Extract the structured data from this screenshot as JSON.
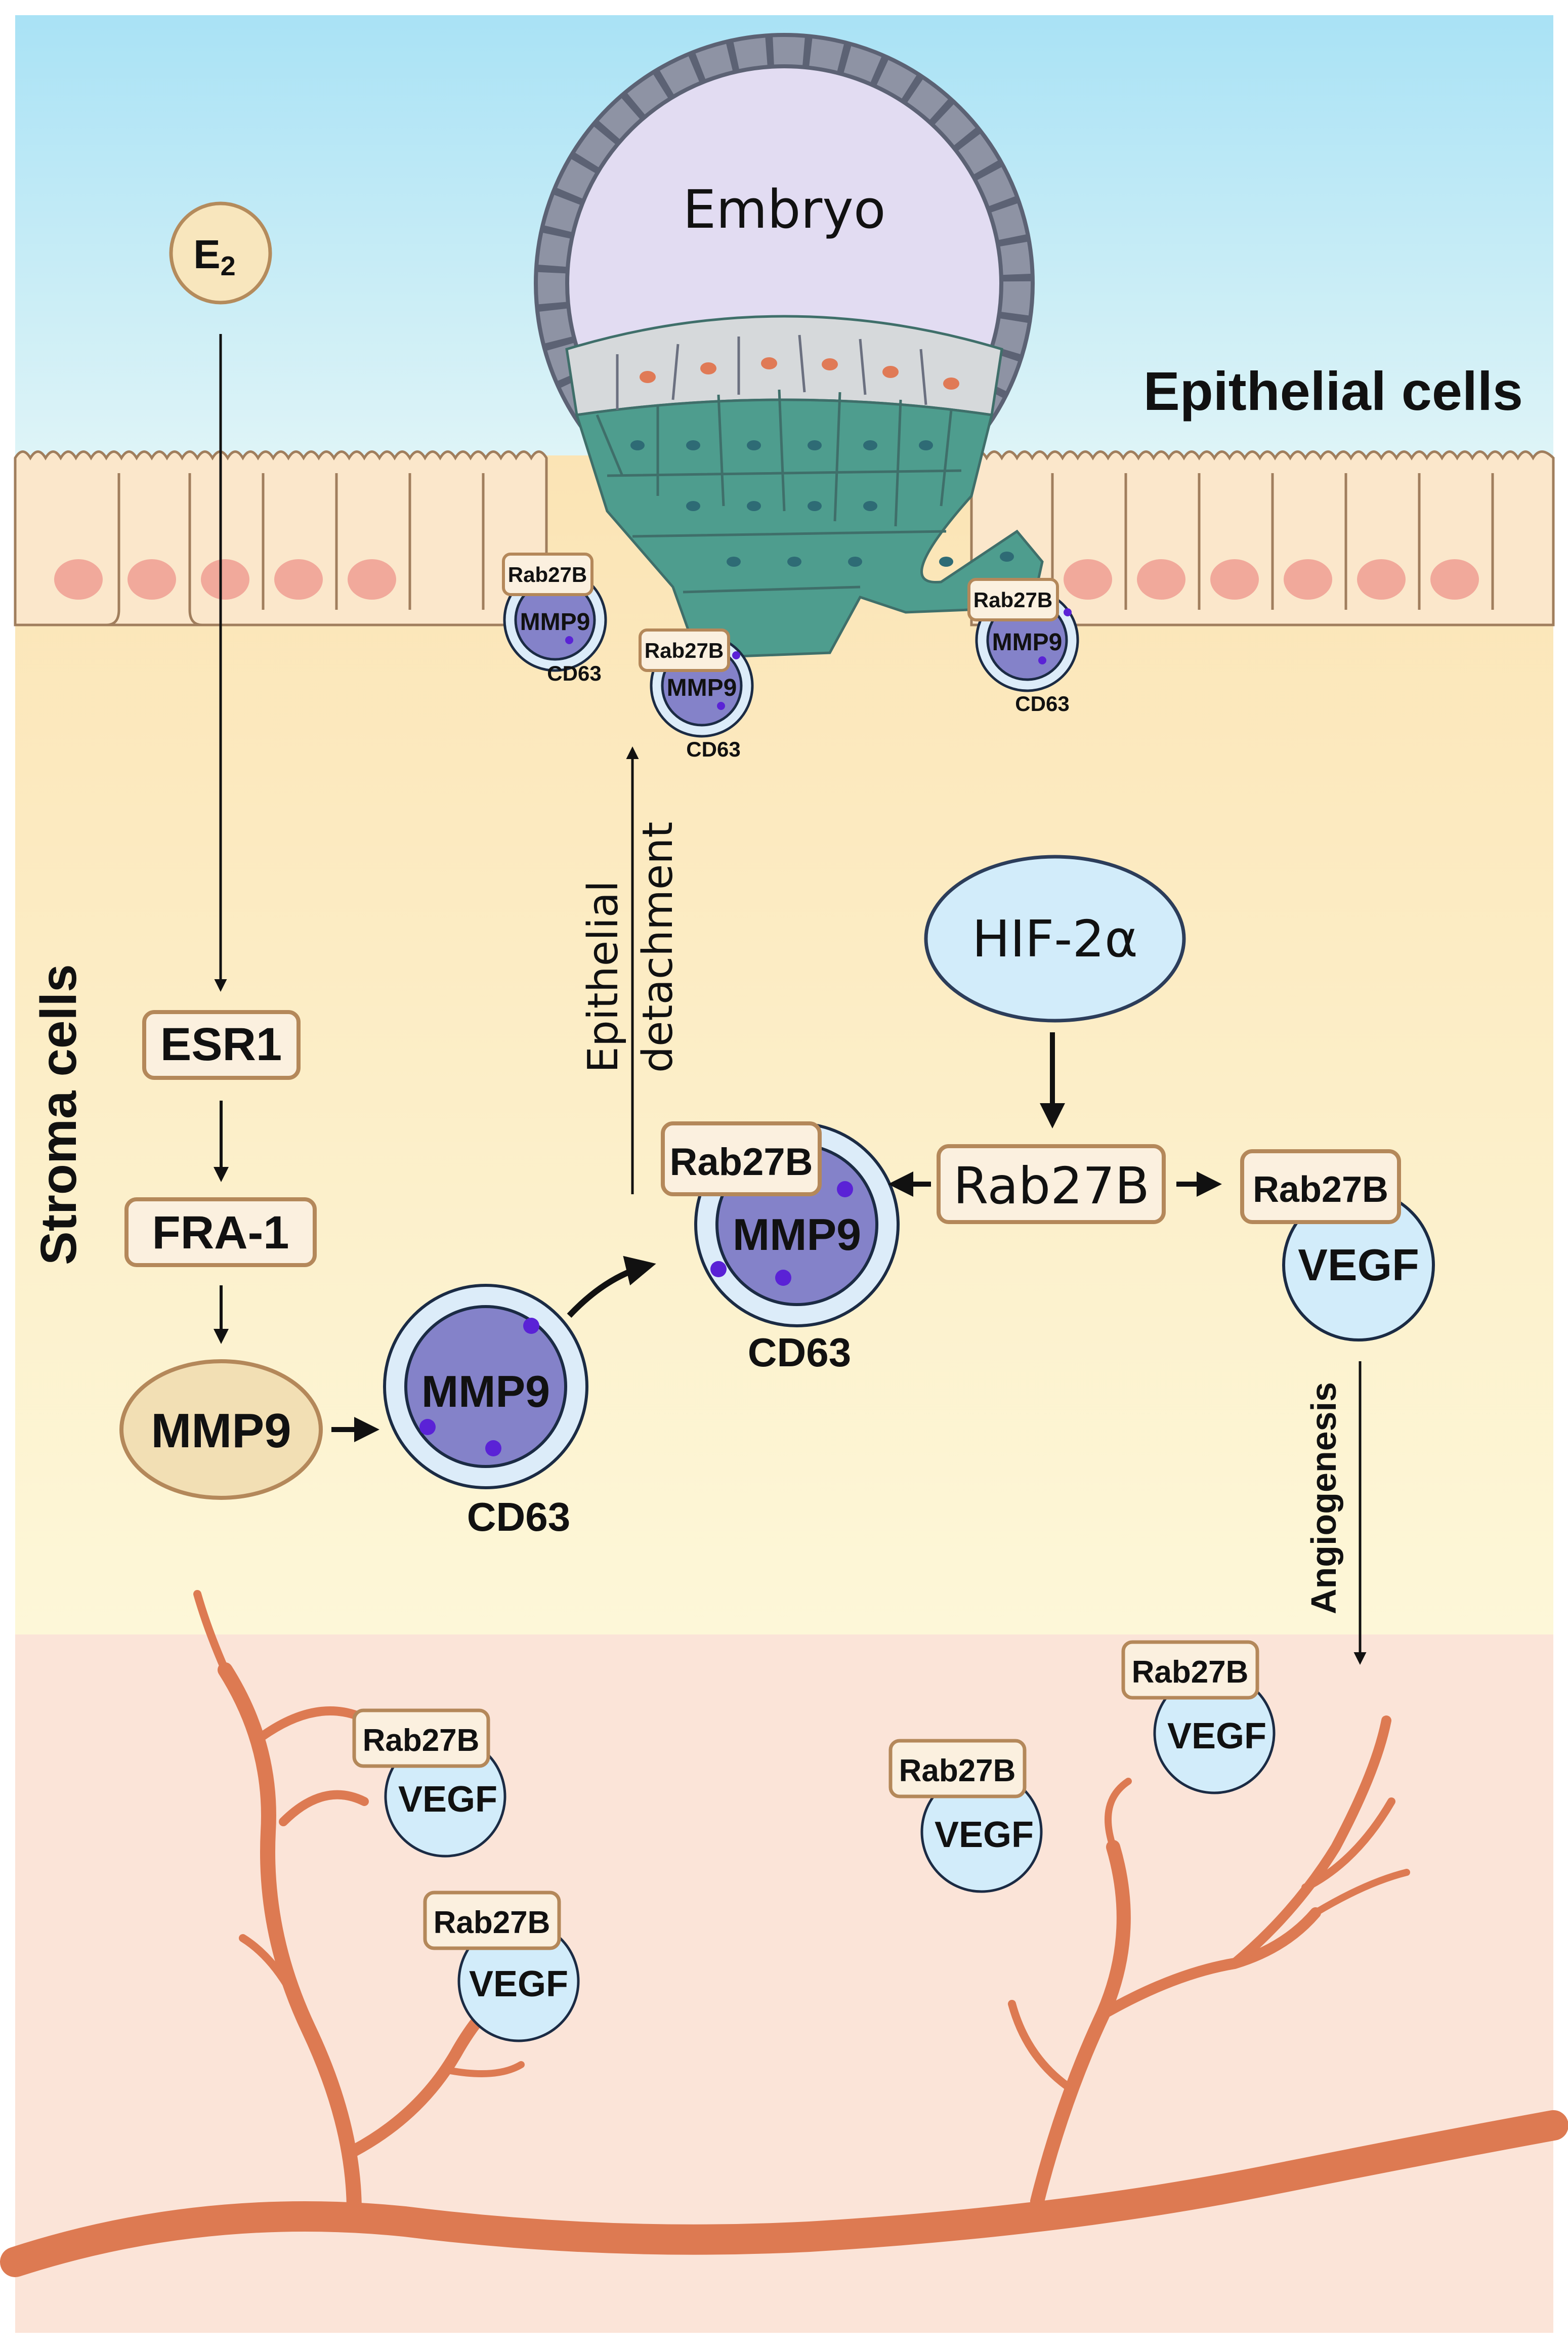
{
  "labels": {
    "embryo": "Embryo",
    "epithelial_cells": "Epithelial cells",
    "stroma_cells": "Stroma cells",
    "e2": "E",
    "e2_subscript": "2",
    "esr1": "ESR1",
    "fra1": "FRA-1",
    "mmp9": "MMP9",
    "cd63": "CD63",
    "rab27b": "Rab27B",
    "vegf": "VEGF",
    "hif2a": "HIF-2α",
    "epithelial_detachment_line1": "Epithelial",
    "epithelial_detachment_line2": "detachment",
    "angiogenesis": "Angiogenesis"
  },
  "colors": {
    "sky": "#bfe9f7",
    "epithelium": "#fbe6c7",
    "stroma": "#fdf3cf",
    "vessel_zone": "#fbe3d6",
    "vessel": "#dd7a52",
    "trophoblast": "#4f9e8f",
    "embryo_shell": "#6c7385",
    "embryo_inner": "#dcd4ef",
    "vesicle_core": "#8583c9",
    "vesicle_ring": "#ddeffa",
    "label_box": "#fbf0df",
    "label_border": "#b4885a",
    "mmp9_cell": "#f2dfb4",
    "hif_fill": "#d2ecfa",
    "nucleus": "#f0aa9b"
  }
}
